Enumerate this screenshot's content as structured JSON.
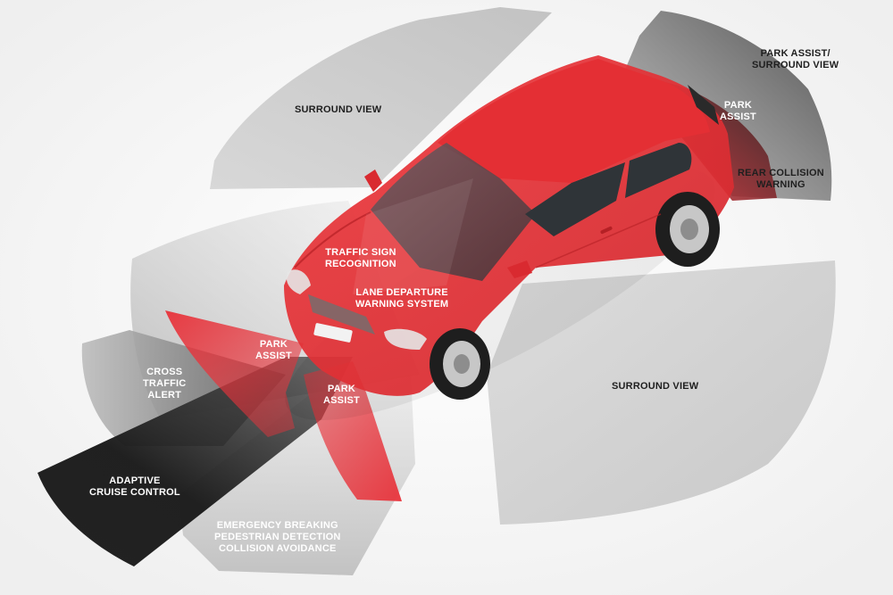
{
  "labels": {
    "surround_view_top": "SURROUND VIEW",
    "surround_view_right": "SURROUND VIEW",
    "park_assist_surround_view": [
      "PARK ASSIST/",
      "SURROUND VIEW"
    ],
    "park_assist_rear": [
      "PARK",
      "ASSIST"
    ],
    "rear_collision_warning": [
      "REAR COLLISION",
      "WARNING"
    ],
    "traffic_sign_recognition": [
      "TRAFFIC SIGN",
      "RECOGNITION"
    ],
    "lane_departure_warning": [
      "LANE DEPARTURE",
      "WARNING SYSTEM"
    ],
    "park_assist_front_left": [
      "PARK",
      "ASSIST"
    ],
    "park_assist_front_right": [
      "PARK",
      "ASSIST"
    ],
    "cross_traffic_alert": [
      "CROSS",
      "TRAFFIC",
      "ALERT"
    ],
    "adaptive_cruise_control": [
      "ADAPTIVE",
      "CRUISE CONTROL"
    ],
    "emergency_braking": [
      "EMERGENCY BREAKING",
      "PEDESTRIAN DETECTION",
      "COLLISION AVOIDANCE"
    ]
  },
  "colors": {
    "car_body": "#e63236",
    "sensor_red": "#e8323a",
    "sensor_dark": "#1a1a1a",
    "sensor_gray": "#c8c8c8"
  }
}
